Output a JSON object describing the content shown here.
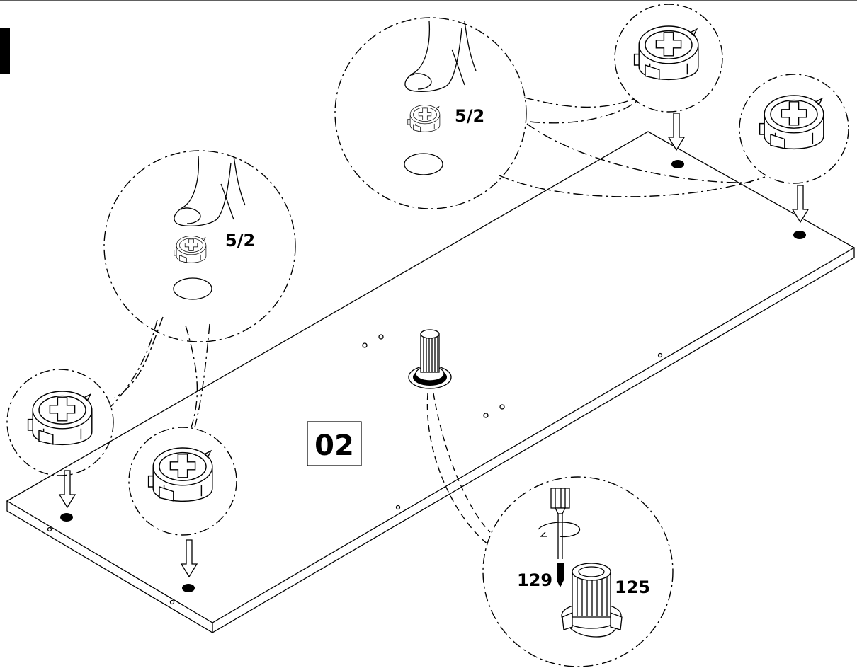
{
  "step_number": "02",
  "callouts": {
    "cam_lock_quantity_left": "5/2",
    "cam_lock_quantity_top": "5/2",
    "part_screw_number": "129",
    "part_dowel_number": "125"
  },
  "icons": [
    "finger-press-icon",
    "cam-lock-fitting-icon",
    "dowel-insert-icon",
    "screwdriver-icon",
    "insert-arrow-icon"
  ]
}
